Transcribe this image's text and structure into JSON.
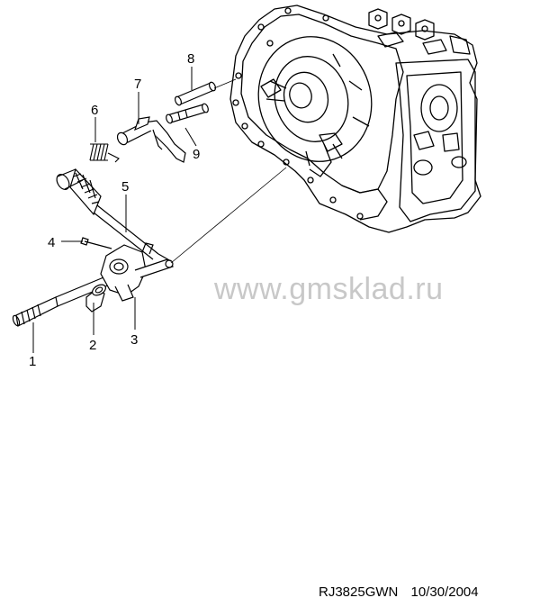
{
  "diagram": {
    "watermark": "www.gmsklad.ru",
    "callouts": [
      {
        "id": "1",
        "label": "1"
      },
      {
        "id": "2",
        "label": "2"
      },
      {
        "id": "3",
        "label": "3"
      },
      {
        "id": "4",
        "label": "4"
      },
      {
        "id": "5",
        "label": "5"
      },
      {
        "id": "6",
        "label": "6"
      },
      {
        "id": "7",
        "label": "7"
      },
      {
        "id": "8",
        "label": "8"
      },
      {
        "id": "9",
        "label": "9"
      }
    ],
    "footer": {
      "code": "RJ3825GWN",
      "date": "10/30/2004"
    }
  }
}
